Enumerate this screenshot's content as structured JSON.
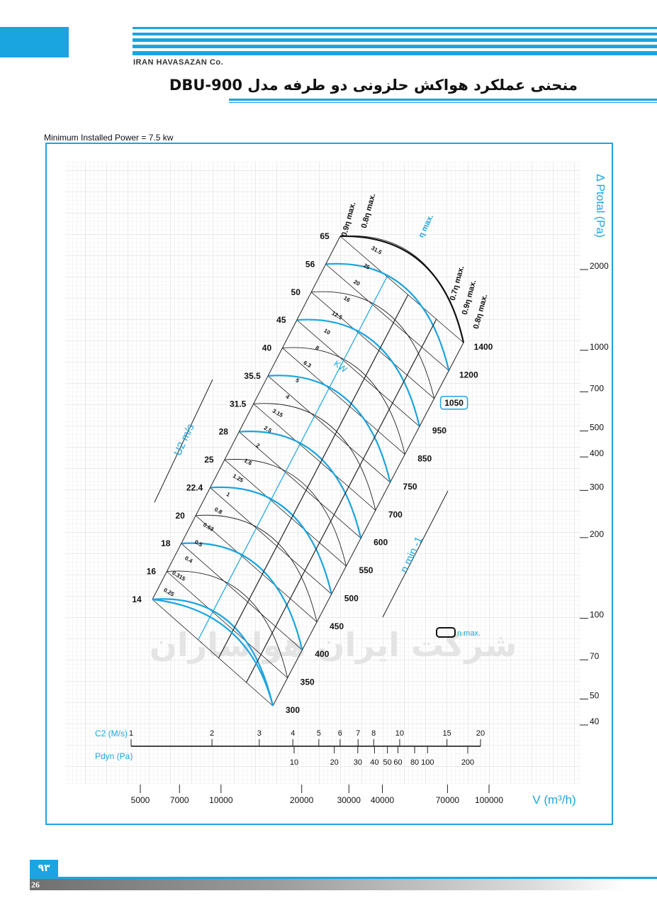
{
  "header": {
    "company": "IRAN HAVASAZAN Co.",
    "title": "منحنی عملکرد هواکش حلزونی دو طرفه مدل DBU-900",
    "accent_color": "#1aa5e0"
  },
  "min_power_text": "Minimum Installed Power = 7.5 kw",
  "watermark": "شرکت ایران هواسازان",
  "footer": {
    "page_fa": "۹۳",
    "page": "26"
  },
  "chart_data": {
    "type": "line",
    "xlabel": "V (m³/h)",
    "ylabel": "Δ Ptotal (Pa)",
    "x_scale": "log",
    "y_scale": "log",
    "x_ticks": [
      5000,
      7000,
      10000,
      20000,
      30000,
      40000,
      70000,
      100000
    ],
    "y_ticks": [
      40,
      50,
      70,
      100,
      200,
      300,
      400,
      500,
      700,
      1000,
      2000
    ],
    "speeds_rpm": [
      300,
      350,
      400,
      450,
      500,
      550,
      600,
      700,
      750,
      850,
      950,
      1050,
      1200,
      1400
    ],
    "speed_label": "n min -1",
    "n_max_speed": "1050",
    "n_max_label": "n max.",
    "tip_speeds_label": "U2 m/s",
    "tip_speeds": [
      "14",
      "16",
      "18",
      "20",
      "22.4",
      "25",
      "28",
      "31.5",
      "35.5",
      "40",
      "45",
      "50",
      "56",
      "65"
    ],
    "power_label": "KW",
    "power_kw": [
      "0.25",
      "0.315",
      "0.4",
      "0.5",
      "0.63",
      "0.8",
      "1",
      "1.25",
      "1.6",
      "2",
      "2.5",
      "3.15",
      "4",
      "5",
      "6.3",
      "8",
      "10",
      "12.5",
      "16",
      "20",
      "25",
      "31.5"
    ],
    "efficiency_lines": [
      "η max.",
      "0.9η max.",
      "0.8η max.",
      "0.7η max.",
      "0.9η max.",
      "0.8η max."
    ],
    "c2_label": "C2 (M/s)",
    "c2_values": [
      "1",
      "2",
      "3",
      "4",
      "5",
      "6",
      "7",
      "8",
      "10",
      "15",
      "20"
    ],
    "pdyn_label": "Pdyn (Pa)",
    "pdyn_values": [
      "10",
      "20",
      "30",
      "40",
      "50",
      "60",
      "80",
      "100",
      "200"
    ]
  }
}
